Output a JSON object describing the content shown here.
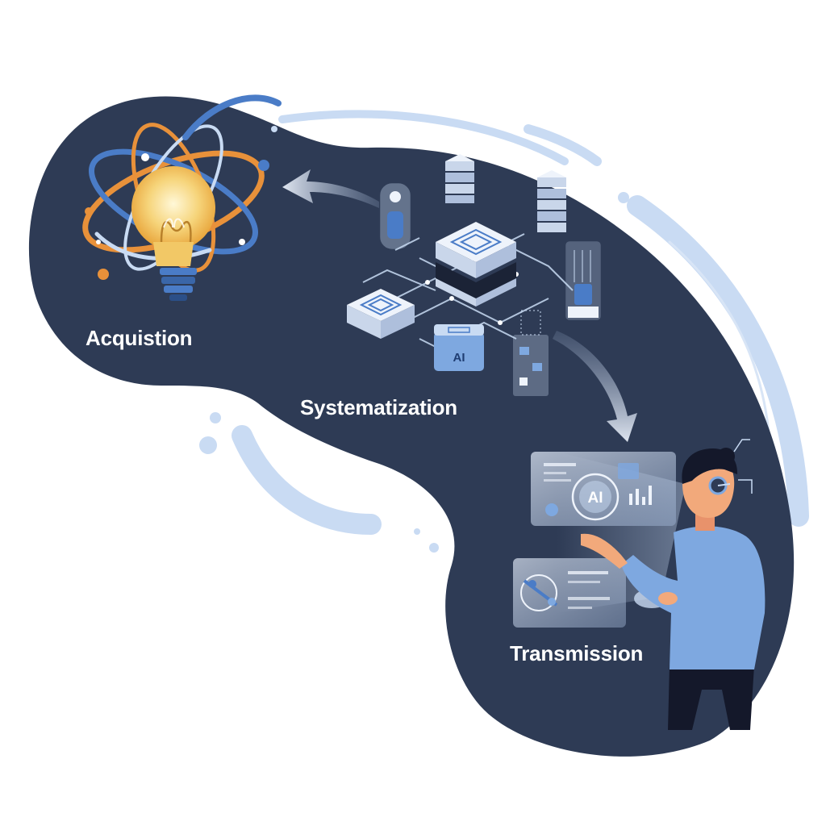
{
  "stages": [
    {
      "label": "Acquistion"
    },
    {
      "label": "Systematization"
    },
    {
      "label": "Transmission"
    }
  ],
  "chip_labels": {
    "server_chip": "AI",
    "hologram": "AI"
  },
  "colors": {
    "background": "#ffffff",
    "blob": "#2e3b55",
    "accent_blue": "#4a7cc7",
    "light_blue": "#c9dbf3",
    "orange": "#e8913a",
    "bulb_glow": "#f6d47a",
    "shirt": "#7ea8e0",
    "text": "#ffffff"
  }
}
